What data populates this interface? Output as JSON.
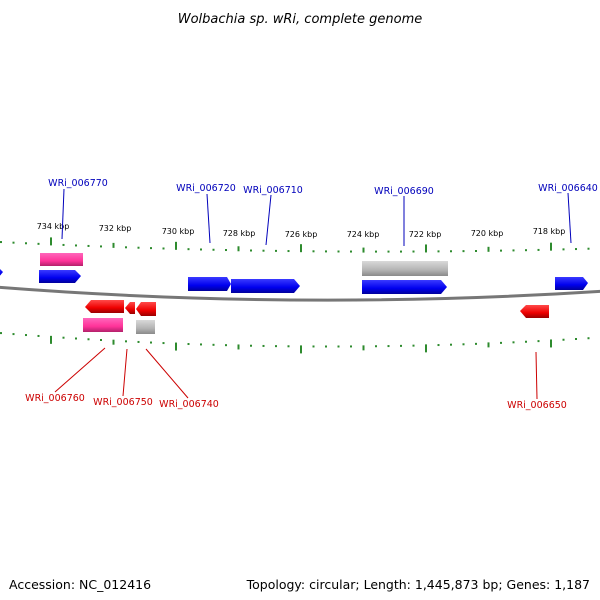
{
  "title": "Wolbachia sp. wRi, complete genome",
  "footer": {
    "accession": "Accession: NC_012416",
    "summary": "Topology: circular; Length: 1,445,873 bp; Genes: 1,187"
  },
  "colors": {
    "forward_gene": "#0000ee",
    "reverse_gene": "#ee0000",
    "forward_label": "#0000bb",
    "reverse_label": "#cc0000",
    "rna": "#ff3399",
    "pseudo": "#b3b3b3",
    "ticks": "#2e8b2e",
    "backbone": "#777777"
  },
  "tick_labels": [
    "734 kbp",
    "732 kbp",
    "730 kbp",
    "728 kbp",
    "726 kbp",
    "724 kbp",
    "722 kbp",
    "720 kbp",
    "718 kbp"
  ],
  "forward_labels": [
    "WRi_006770",
    "WRi_006720",
    "WRi_006710",
    "WRi_006690",
    "WRi_006640"
  ],
  "reverse_labels": [
    "WRi_006760",
    "WRi_006750",
    "WRi_006740",
    "WRi_006650"
  ]
}
